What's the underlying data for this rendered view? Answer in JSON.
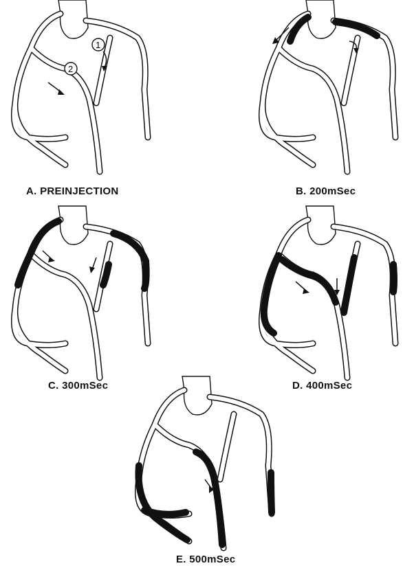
{
  "panels": [
    {
      "id": "A",
      "caption": "A. PREINJECTION",
      "markers": [
        "1",
        "2"
      ]
    },
    {
      "id": "B",
      "caption": "B. 200mSec"
    },
    {
      "id": "C",
      "caption": "C. 300mSec"
    },
    {
      "id": "D",
      "caption": "D. 400mSec"
    },
    {
      "id": "E",
      "caption": "E. 500mSec"
    }
  ],
  "colors": {
    "ink": "#111111",
    "background": "#ffffff"
  }
}
